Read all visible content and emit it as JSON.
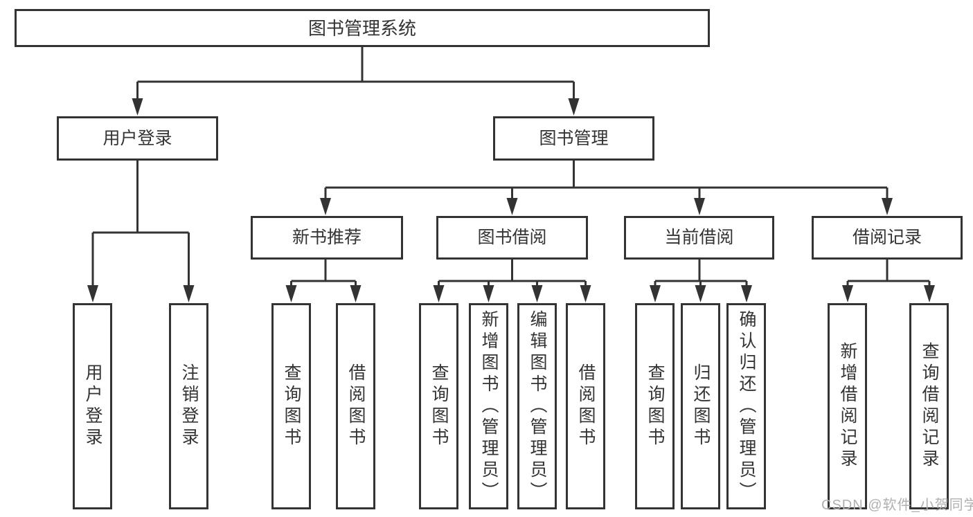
{
  "tree": {
    "label": "图书管理系统",
    "children": [
      {
        "label": "用户登录",
        "children": [
          {
            "label": "用户登录"
          },
          {
            "label": "注销登录"
          }
        ]
      },
      {
        "label": "图书管理",
        "children": [
          {
            "label": "新书推荐",
            "children": [
              {
                "label": "查询图书"
              },
              {
                "label": "借阅图书"
              }
            ]
          },
          {
            "label": "图书借阅",
            "children": [
              {
                "label": "查询图书"
              },
              {
                "label": "新增图书（管理员）"
              },
              {
                "label": "编辑图书（管理员）"
              },
              {
                "label": "借阅图书"
              }
            ]
          },
          {
            "label": "当前借阅",
            "children": [
              {
                "label": "查询图书"
              },
              {
                "label": "归还图书"
              },
              {
                "label": "确认归还（管理员）"
              }
            ]
          },
          {
            "label": "借阅记录",
            "children": [
              {
                "label": "新增借阅记录"
              },
              {
                "label": "查询借阅记录"
              }
            ]
          }
        ]
      }
    ]
  },
  "watermark": {
    "text": "CSDN @软件_小贺同学"
  },
  "colors": {
    "line": "#333333",
    "text": "#333333",
    "box_background": "#ffffff",
    "watermark": "#b0b0b0",
    "page_background": "#ffffff"
  }
}
